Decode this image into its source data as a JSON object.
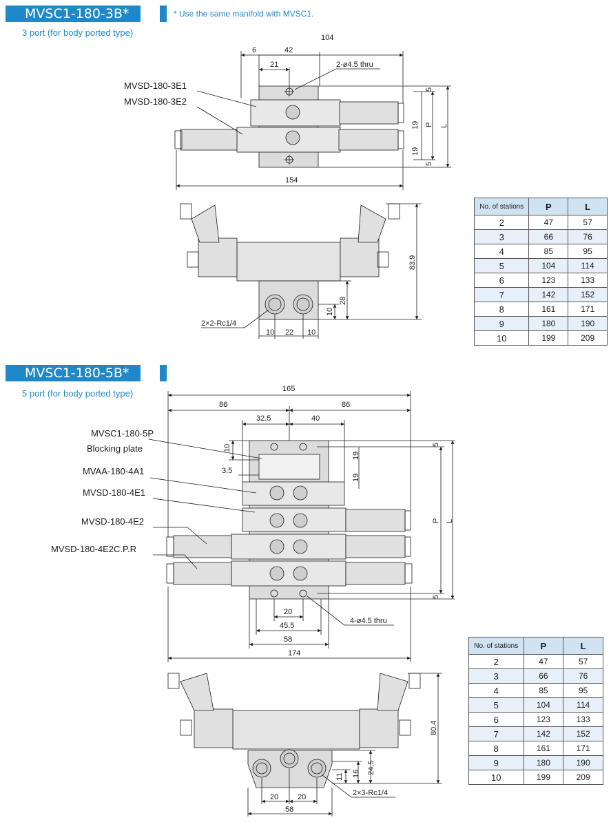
{
  "section1": {
    "title": "MVSC1-180-3B*",
    "note": "* Use the same manifold with MVSC1.",
    "subtitle": "3 port (for body ported type)",
    "labels": {
      "part_a": "MVSD-180-3E1",
      "part_b": "MVSD-180-3E2",
      "hole": "2-ø4.5 thru",
      "ports": "2×2-Rc1/4"
    },
    "dims": {
      "d104": "104",
      "d6": "6",
      "d42": "42",
      "d21": "21",
      "d5a": "5",
      "d19a": "19",
      "dP": "P",
      "dL": "L",
      "d19b": "19",
      "d5b": "5",
      "d154": "154",
      "d839": "83.9",
      "d28": "28",
      "d10v": "10",
      "d10a": "10",
      "d22": "22",
      "d10b": "10"
    },
    "table": {
      "headers": [
        "No. of stations",
        "P",
        "L"
      ],
      "rows": [
        [
          "2",
          "47",
          "57"
        ],
        [
          "3",
          "66",
          "76"
        ],
        [
          "4",
          "85",
          "95"
        ],
        [
          "5",
          "104",
          "114"
        ],
        [
          "6",
          "123",
          "133"
        ],
        [
          "7",
          "142",
          "152"
        ],
        [
          "8",
          "161",
          "171"
        ],
        [
          "9",
          "180",
          "190"
        ],
        [
          "10",
          "199",
          "209"
        ]
      ]
    }
  },
  "section2": {
    "title": "MVSC1-180-5B*",
    "subtitle": "5 port (for body ported type)",
    "labels": {
      "part_a": "MVSC1-180-5P",
      "part_a2": "Blocking plate",
      "part_b": "MVAA-180-4A1",
      "part_c": "MVSD-180-4E1",
      "part_d": "MVSD-180-4E2",
      "part_e": "MVSD-180-4E2C.P.R",
      "hole": "4-ø4.5 thru",
      "ports": "2×3-Rc1/4"
    },
    "dims": {
      "d165": "165",
      "d86a": "86",
      "d86b": "86",
      "d325": "32.5",
      "d40": "40",
      "d10": "10",
      "d35": "3.5",
      "d5a": "5",
      "d19a": "19",
      "d19b": "19",
      "dP": "P",
      "dL": "L",
      "d5b": "5",
      "d20": "20",
      "d455": "45.5",
      "d58": "58",
      "d174": "174",
      "d804": "80.4",
      "d245": "24.5",
      "d16": "16",
      "d11": "11",
      "d20a": "20",
      "d20b": "20",
      "d58b": "58"
    },
    "table": {
      "headers": [
        "No. of stations",
        "P",
        "L"
      ],
      "rows": [
        [
          "2",
          "47",
          "57"
        ],
        [
          "3",
          "66",
          "76"
        ],
        [
          "4",
          "85",
          "95"
        ],
        [
          "5",
          "104",
          "114"
        ],
        [
          "6",
          "123",
          "133"
        ],
        [
          "7",
          "142",
          "152"
        ],
        [
          "8",
          "161",
          "171"
        ],
        [
          "9",
          "180",
          "190"
        ],
        [
          "10",
          "199",
          "209"
        ]
      ]
    }
  },
  "colors": {
    "accent": "#1f88c8",
    "table_header": "#cfe3f3",
    "body_gray": "#d6d6d6"
  }
}
